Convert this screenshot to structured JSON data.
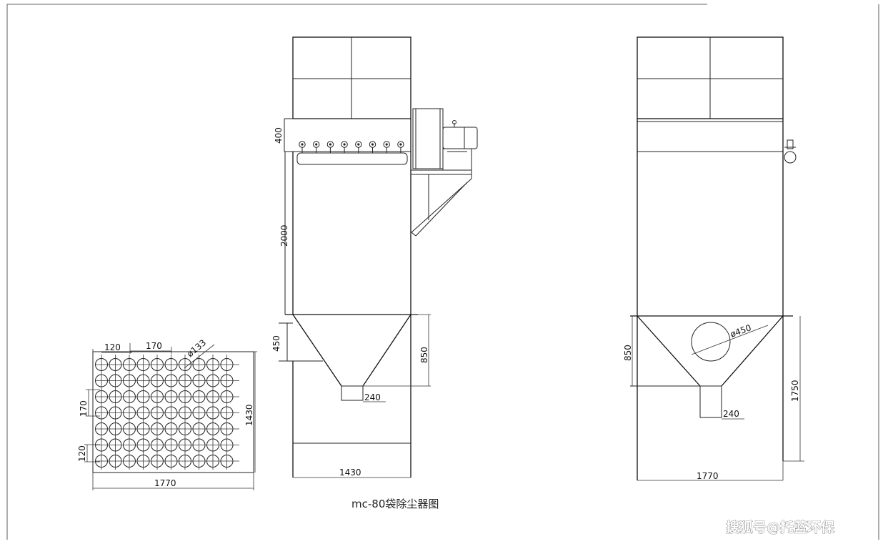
{
  "caption": "mc-80袋除尘器图",
  "watermark": "搜狐号@托蓝环保",
  "plan_view": {
    "dim_top_margin": "120",
    "dim_top_pitch": "170",
    "dim_hole_dia": "ø133",
    "dim_left_pitch": "170",
    "dim_left_margin": "120",
    "dim_width": "1770",
    "dim_height": "1430",
    "rows": 7,
    "cols": 10
  },
  "front_view": {
    "dim_header": "400",
    "dim_body": "2000",
    "dim_inlet": "450",
    "dim_hopper": "850",
    "dim_outlet": "240",
    "dim_width": "1430",
    "nozzles": 8
  },
  "side_view": {
    "dim_hopper": "850",
    "dim_inlet_dia": "ø450",
    "dim_outlet": "240",
    "dim_leg": "1750",
    "dim_width": "1770"
  }
}
